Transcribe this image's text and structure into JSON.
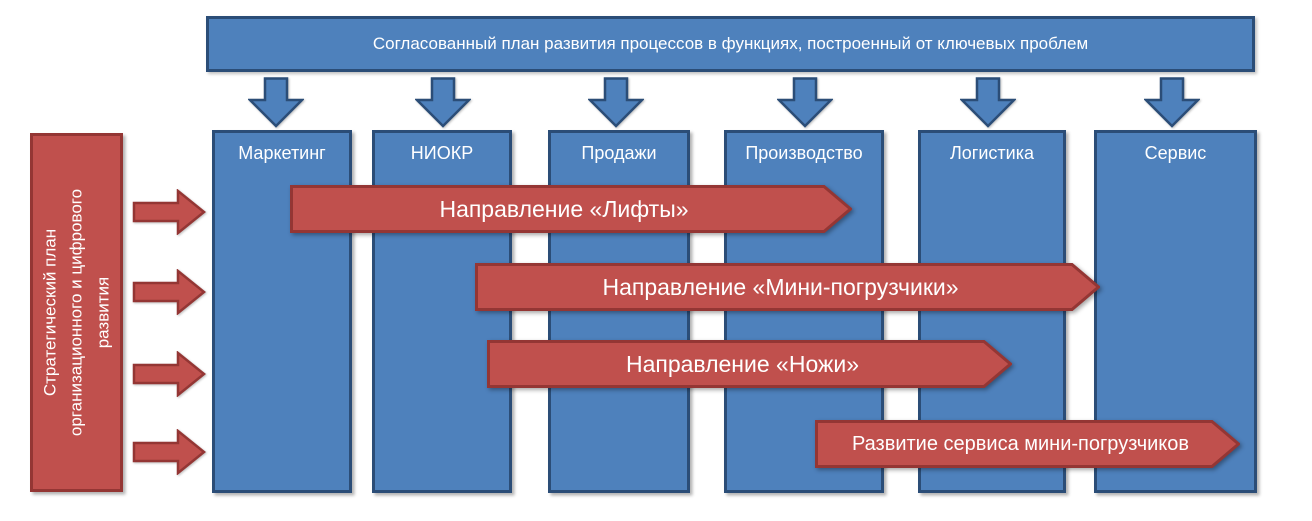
{
  "colors": {
    "blue_fill": "#4E81BC",
    "blue_border": "#2B4D77",
    "red_fill": "#C0504D",
    "red_border": "#943634",
    "text": "#FFFFFF",
    "background": "#FFFFFF"
  },
  "top_banner": {
    "label": "Согласованный план развития процессов в функциях, построенный от ключевых проблем"
  },
  "left_panel": {
    "label": "Стратегический план организационного и цифрового развития"
  },
  "columns": [
    {
      "label": "Маркетинг"
    },
    {
      "label": "НИОКР"
    },
    {
      "label": "Продажи"
    },
    {
      "label": "Производство"
    },
    {
      "label": "Логистика"
    },
    {
      "label": "Сервис"
    }
  ],
  "direction_arrows": [
    {
      "label": "Направление «Лифты»"
    },
    {
      "label": "Направление «Мини-погрузчики»"
    },
    {
      "label": "Направление «Ножи»"
    },
    {
      "label": "Развитие сервиса мини-погрузчиков"
    }
  ]
}
